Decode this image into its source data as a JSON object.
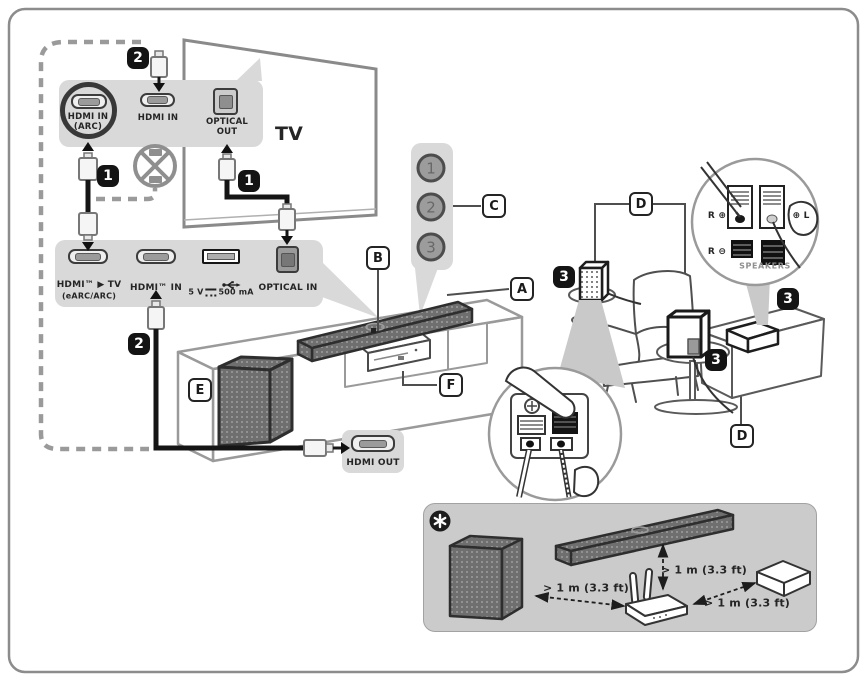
{
  "callouts": {
    "a": "A",
    "b": "B",
    "c": "C",
    "d": "D",
    "e": "E",
    "f": "F"
  },
  "steps": {
    "s1": "1",
    "s2": "2",
    "s3": "3"
  },
  "selector": {
    "n1": "1",
    "n2": "2",
    "n3": "3"
  },
  "tv": {
    "name": "TV",
    "hdmi_arc_l1": "HDMI IN",
    "hdmi_arc_l2": "(ARC)",
    "hdmi_in": "HDMI IN",
    "optical_l1": "OPTICAL",
    "optical_l2": "OUT"
  },
  "bar_panel": {
    "hdmi_tv": "HDMI™ ▶ TV",
    "hdmi_tv_sub": "(eARC/ARC)",
    "hdmi_in": "HDMI™ IN",
    "usb_v": "5 V",
    "usb_ma": "500 mA",
    "optical_in": "OPTICAL IN"
  },
  "out_panel": {
    "hdmi_out": "HDMI OUT"
  },
  "terminals": {
    "r_plus": "R ⊕",
    "r_minus": "R ⊖",
    "l_plus": "⊕ L",
    "speakers": "SPEAKERS"
  },
  "placement": {
    "distance": "> 1 m (3.3 ft)"
  }
}
